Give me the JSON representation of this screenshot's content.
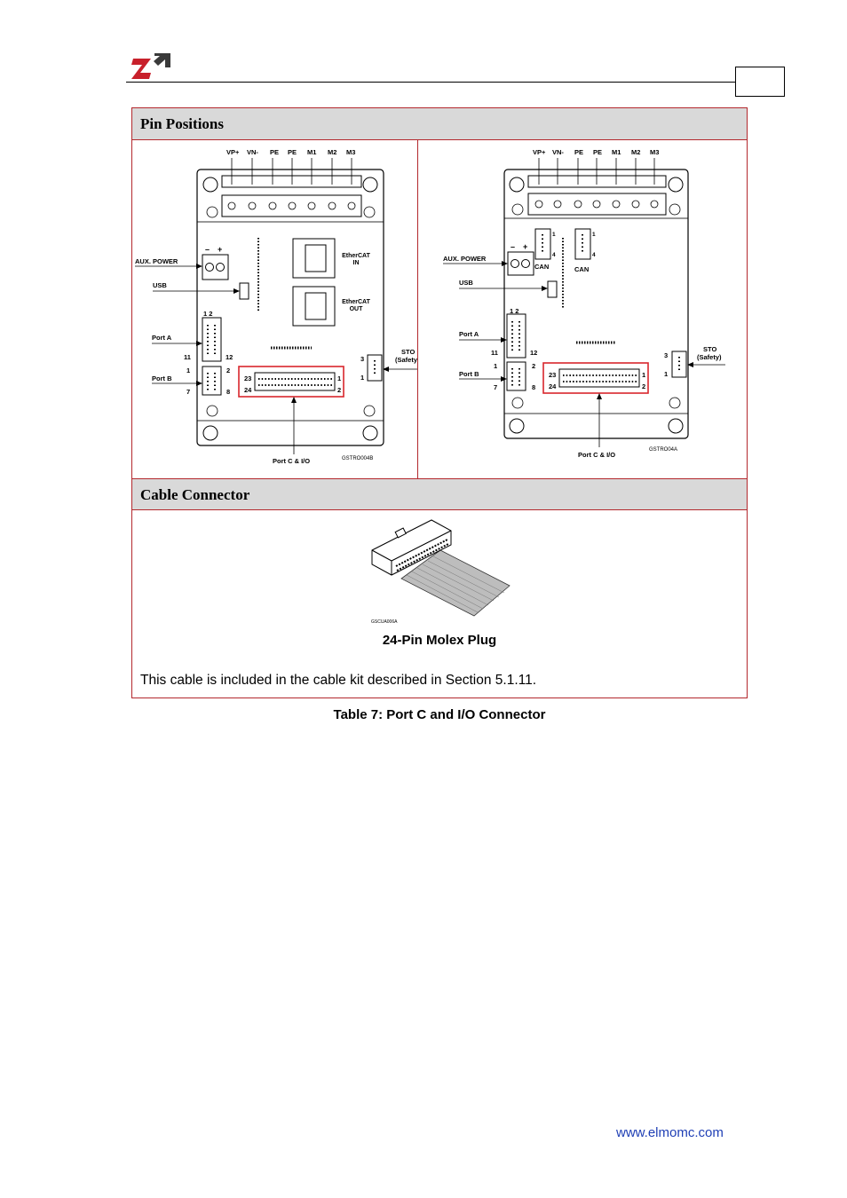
{
  "brand": {
    "logo_icon": "elmo-logo-icon",
    "colors": {
      "red": "#c8202b",
      "dark": "#3a3a3a"
    }
  },
  "table": {
    "section1_title": "Pin Positions",
    "section2_title": "Cable Connector",
    "plug_caption": "24-Pin Molex Plug",
    "note": "This cable is included in the cable kit described in Section 5.1.11.",
    "caption": "Table 7: Port C and I/O Connector"
  },
  "diagram_left": {
    "top_labels": [
      "VP+",
      "VN-",
      "PE",
      "PE",
      "M1",
      "M2",
      "M3"
    ],
    "aux_power": "AUX. POWER",
    "usb": "USB",
    "port_a": "Port A",
    "port_b": "Port B",
    "ethercat_in": [
      "EtherCAT",
      "IN"
    ],
    "ethercat_out": [
      "EtherCAT",
      "OUT"
    ],
    "sto": [
      "STO",
      "(Safety)"
    ],
    "port_c": "Port C & I/O",
    "code": "GSTRO004B",
    "pins": {
      "a_top": "1  2",
      "a_l": "11",
      "a_r": "12",
      "b_tl": "1",
      "b_tr": "2",
      "b_bl": "7",
      "b_br": "8",
      "c_23": "23",
      "c_24": "24",
      "c_1": "1",
      "c_2": "2",
      "sto_3": "3",
      "sto_1": "1"
    }
  },
  "diagram_right": {
    "top_labels": [
      "VP+",
      "VN-",
      "PE",
      "PE",
      "M1",
      "M2",
      "M3"
    ],
    "aux_power": "AUX. POWER",
    "usb": "USB",
    "port_a": "Port A",
    "port_b": "Port B",
    "can1": "CAN",
    "can2": "CAN",
    "sto": [
      "STO",
      "(Safety)"
    ],
    "port_c": "Port C & I/O",
    "code": "GSTRO04A",
    "pins": {
      "a_top": "1  2",
      "a_l": "11",
      "a_r": "12",
      "b_tl": "1",
      "b_tr": "2",
      "b_bl": "7",
      "b_br": "8",
      "c_23": "23",
      "c_24": "24",
      "c_1": "1",
      "c_2": "2",
      "sto_3": "3",
      "sto_1": "1",
      "can_1": "1",
      "can_4": "4"
    }
  },
  "cable_image": {
    "code": "GSCUA006A"
  },
  "footer": {
    "url": "www.elmomc.com"
  }
}
